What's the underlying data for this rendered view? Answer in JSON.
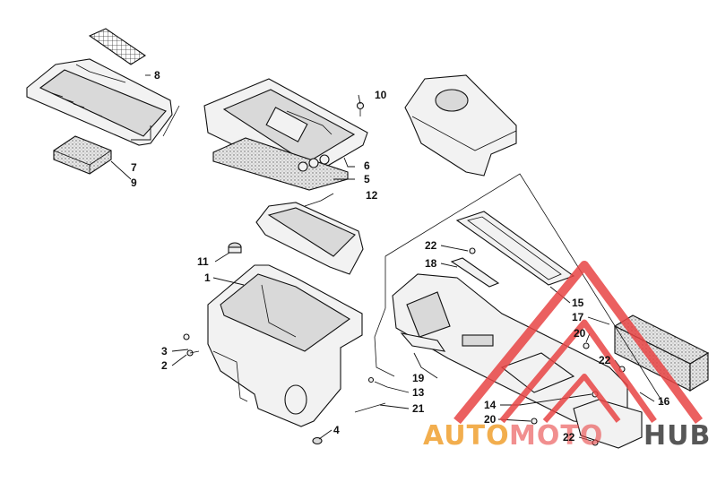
{
  "callouts": {
    "c1": "1",
    "c2": "2",
    "c3": "3",
    "c4": "4",
    "c5": "5",
    "c6": "6",
    "c7": "7",
    "c8": "8",
    "c9": "9",
    "c10": "10",
    "c11": "11",
    "c12": "12",
    "c13": "13",
    "c14": "14",
    "c15": "15",
    "c16": "16",
    "c17": "17",
    "c18": "18",
    "c19": "19",
    "c20a": "20",
    "c20b": "20",
    "c21": "21",
    "c22a": "22",
    "c22b": "22",
    "c22c": "22"
  },
  "watermark": {
    "text_orange": "AUTO",
    "text_red": "MOTO",
    "text_dark": "HUB",
    "colors": {
      "orange": "#f0a030",
      "red": "#e84545",
      "dark": "#3a3a3a",
      "triangle": "#e84545"
    }
  }
}
